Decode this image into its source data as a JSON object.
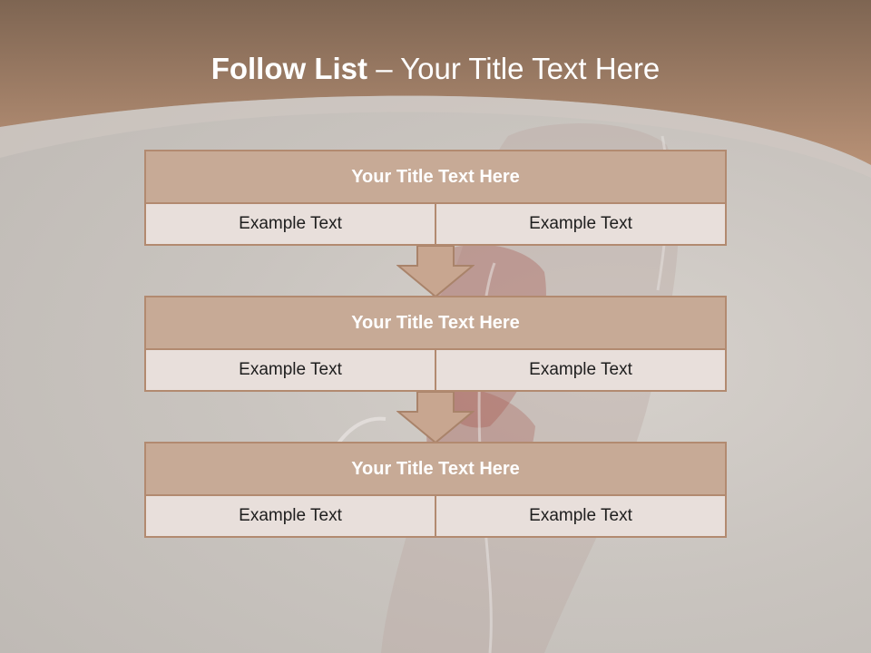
{
  "slide": {
    "title_bold": "Follow List",
    "title_rest": " – Your Title Text Here"
  },
  "steps": [
    {
      "title": "Your Title Text Here",
      "left": "Example Text",
      "right": "Example Text"
    },
    {
      "title": "Your Title Text Here",
      "left": "Example Text",
      "right": "Example Text"
    },
    {
      "title": "Your Title Text Here",
      "left": "Example Text",
      "right": "Example Text"
    }
  ],
  "colors": {
    "header_top": "#7e6552",
    "header_bottom": "#b89176",
    "box_title_fill": "#c7aa96",
    "box_cell_fill": "#e8dfdb",
    "border": "#b28a70",
    "arrow_fill": "#c8a690"
  }
}
